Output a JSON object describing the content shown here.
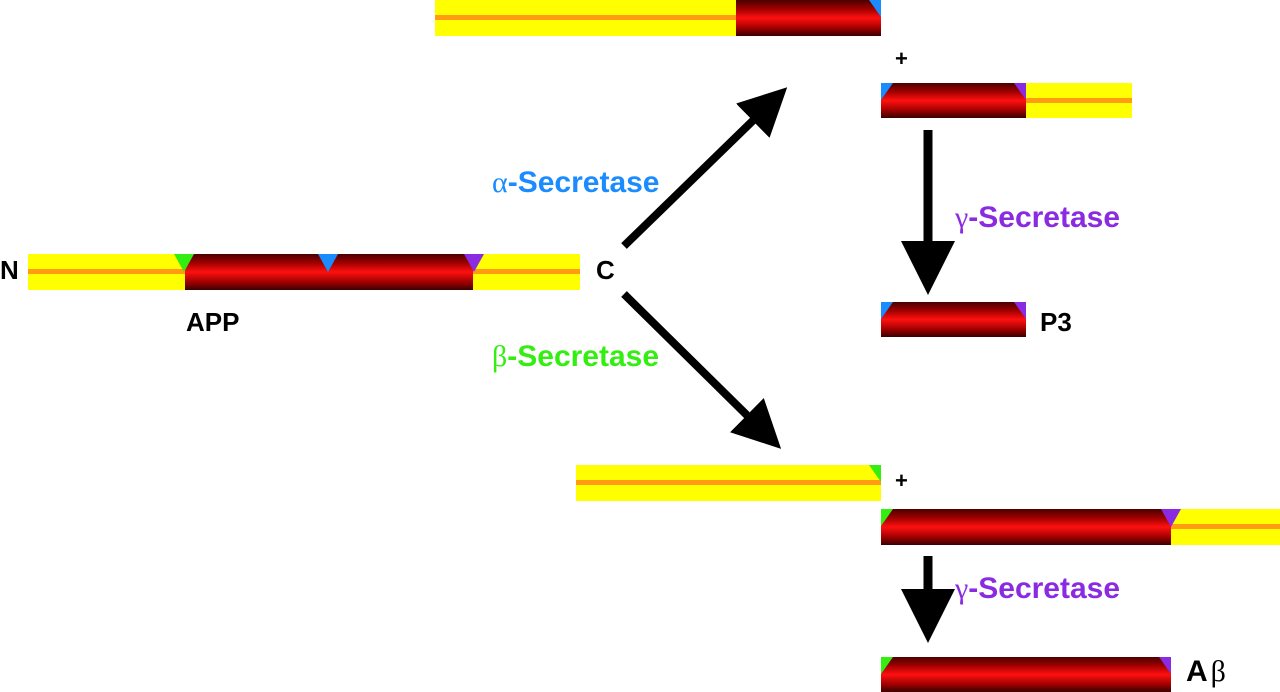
{
  "colors": {
    "alpha": "#1a8cff",
    "beta": "#33ee11",
    "gamma": "#8a2be2",
    "flank": "#ffff00",
    "flank_line": "#ff9c12",
    "abeta_region": "#e00000",
    "arrow": "#000000"
  },
  "app": {
    "n_terminus_label": "N",
    "c_terminus_label": "C",
    "name": "APP"
  },
  "enzymes": {
    "alpha": {
      "greek": "α",
      "suffix": "-Secretase"
    },
    "beta": {
      "greek": "β",
      "suffix": "-Secretase"
    },
    "gamma_top": {
      "greek": "γ",
      "suffix": "-Secretase"
    },
    "gamma_bottom": {
      "greek": "γ",
      "suffix": "-Secretase"
    }
  },
  "products": {
    "plus_top": "+",
    "plus_bottom": "+",
    "p3_label": "P3",
    "abeta_label_main": "A",
    "abeta_label_greek": "β"
  }
}
